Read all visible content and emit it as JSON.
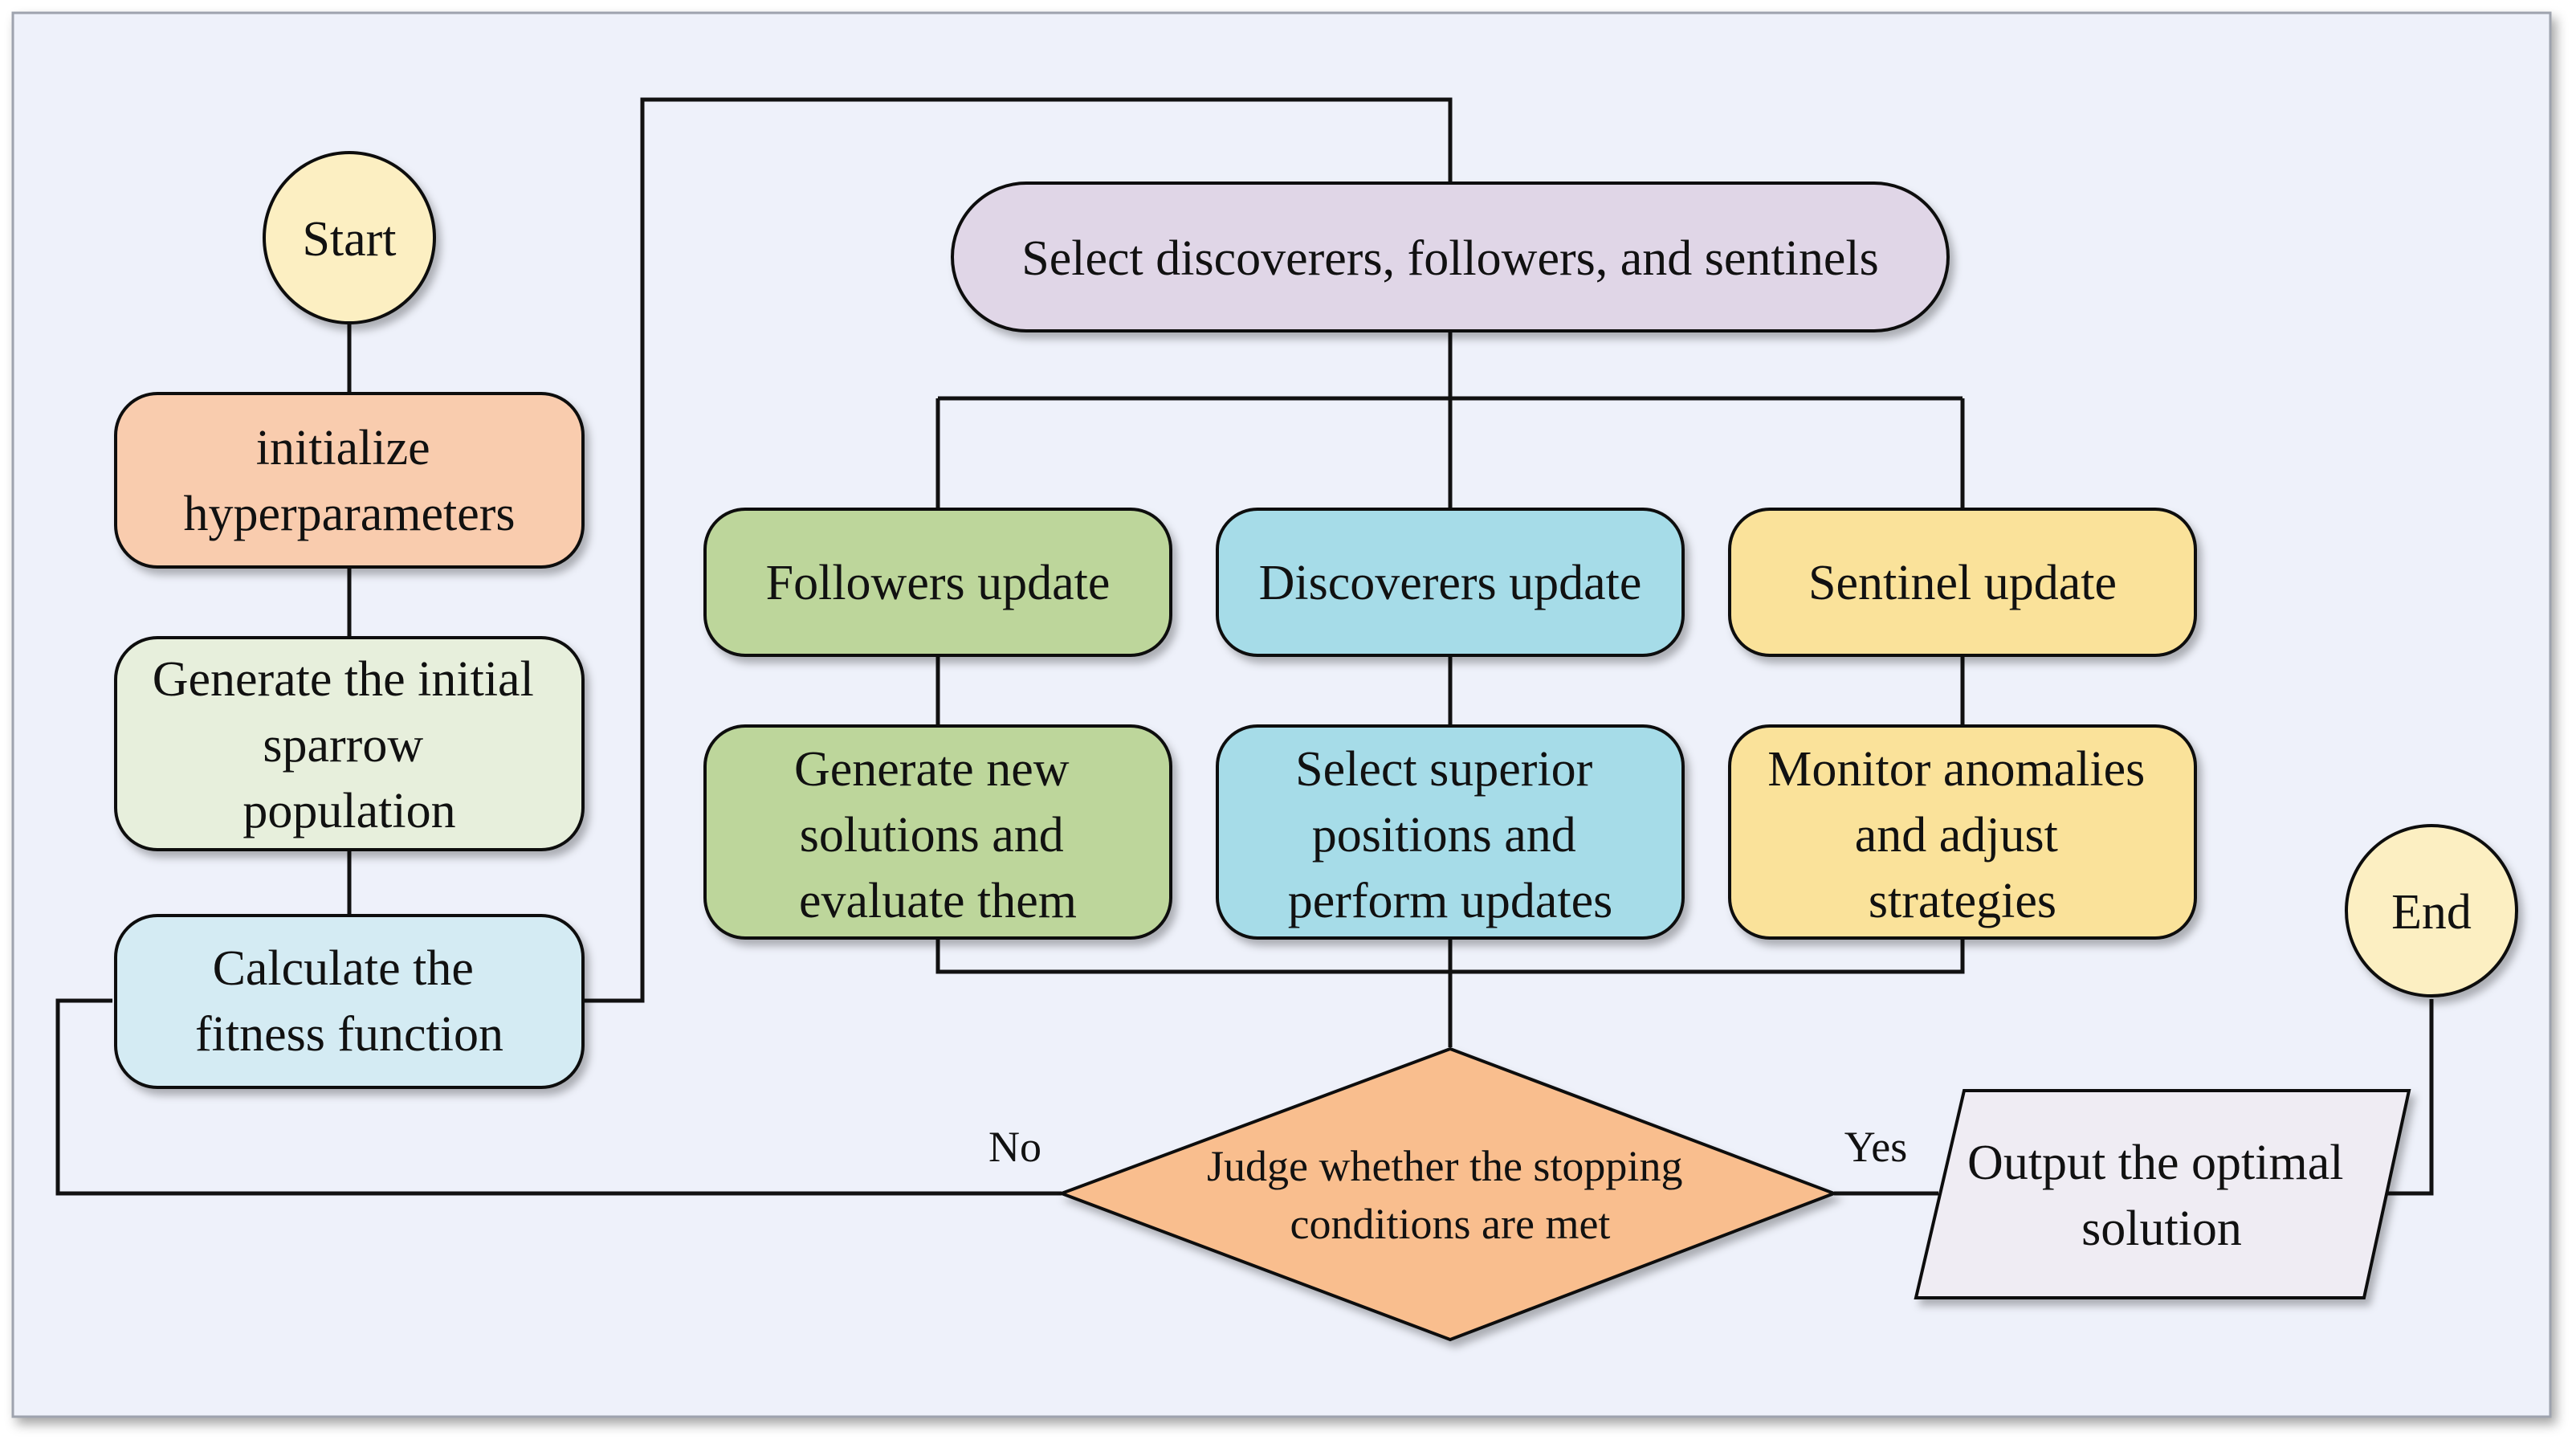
{
  "colors": {
    "background": "#EEF1FA",
    "frame_border": "#9EA3AE",
    "terminal": "#FCEFC2",
    "init": "#F9CCAE",
    "population": "#E7EFDC",
    "fitness": "#D4EBF3",
    "select": "#E0D6E7",
    "followers": "#BDD69B",
    "discoverers": "#A6DCE8",
    "sentinel": "#FAE29A",
    "decision": "#F9BE8E",
    "output": "#EFECF3",
    "line": "#111111"
  },
  "nodes": {
    "start": {
      "label": "Start"
    },
    "init": {
      "lines": [
        "initialize",
        "hyperparameters"
      ]
    },
    "population": {
      "lines": [
        "Generate the initial",
        "sparrow",
        "population"
      ]
    },
    "fitness": {
      "lines": [
        "Calculate the",
        "fitness function"
      ]
    },
    "select": {
      "label": "Select discoverers, followers, and sentinels"
    },
    "followers_update": {
      "label": "Followers update"
    },
    "discoverers_update": {
      "label": "Discoverers update"
    },
    "sentinel_update": {
      "label": "Sentinel update"
    },
    "followers_action": {
      "lines": [
        "Generate new",
        "solutions and",
        "evaluate them"
      ]
    },
    "discoverers_action": {
      "lines": [
        "Select superior",
        "positions and",
        "perform updates"
      ]
    },
    "sentinel_action": {
      "lines": [
        "Monitor anomalies",
        "and adjust",
        "strategies"
      ]
    },
    "decision": {
      "lines": [
        "Judge whether the stopping",
        "conditions are met"
      ]
    },
    "output": {
      "lines": [
        "Output the optimal",
        "solution"
      ]
    },
    "end": {
      "label": "End"
    }
  },
  "edge_labels": {
    "no": "No",
    "yes": "Yes"
  }
}
